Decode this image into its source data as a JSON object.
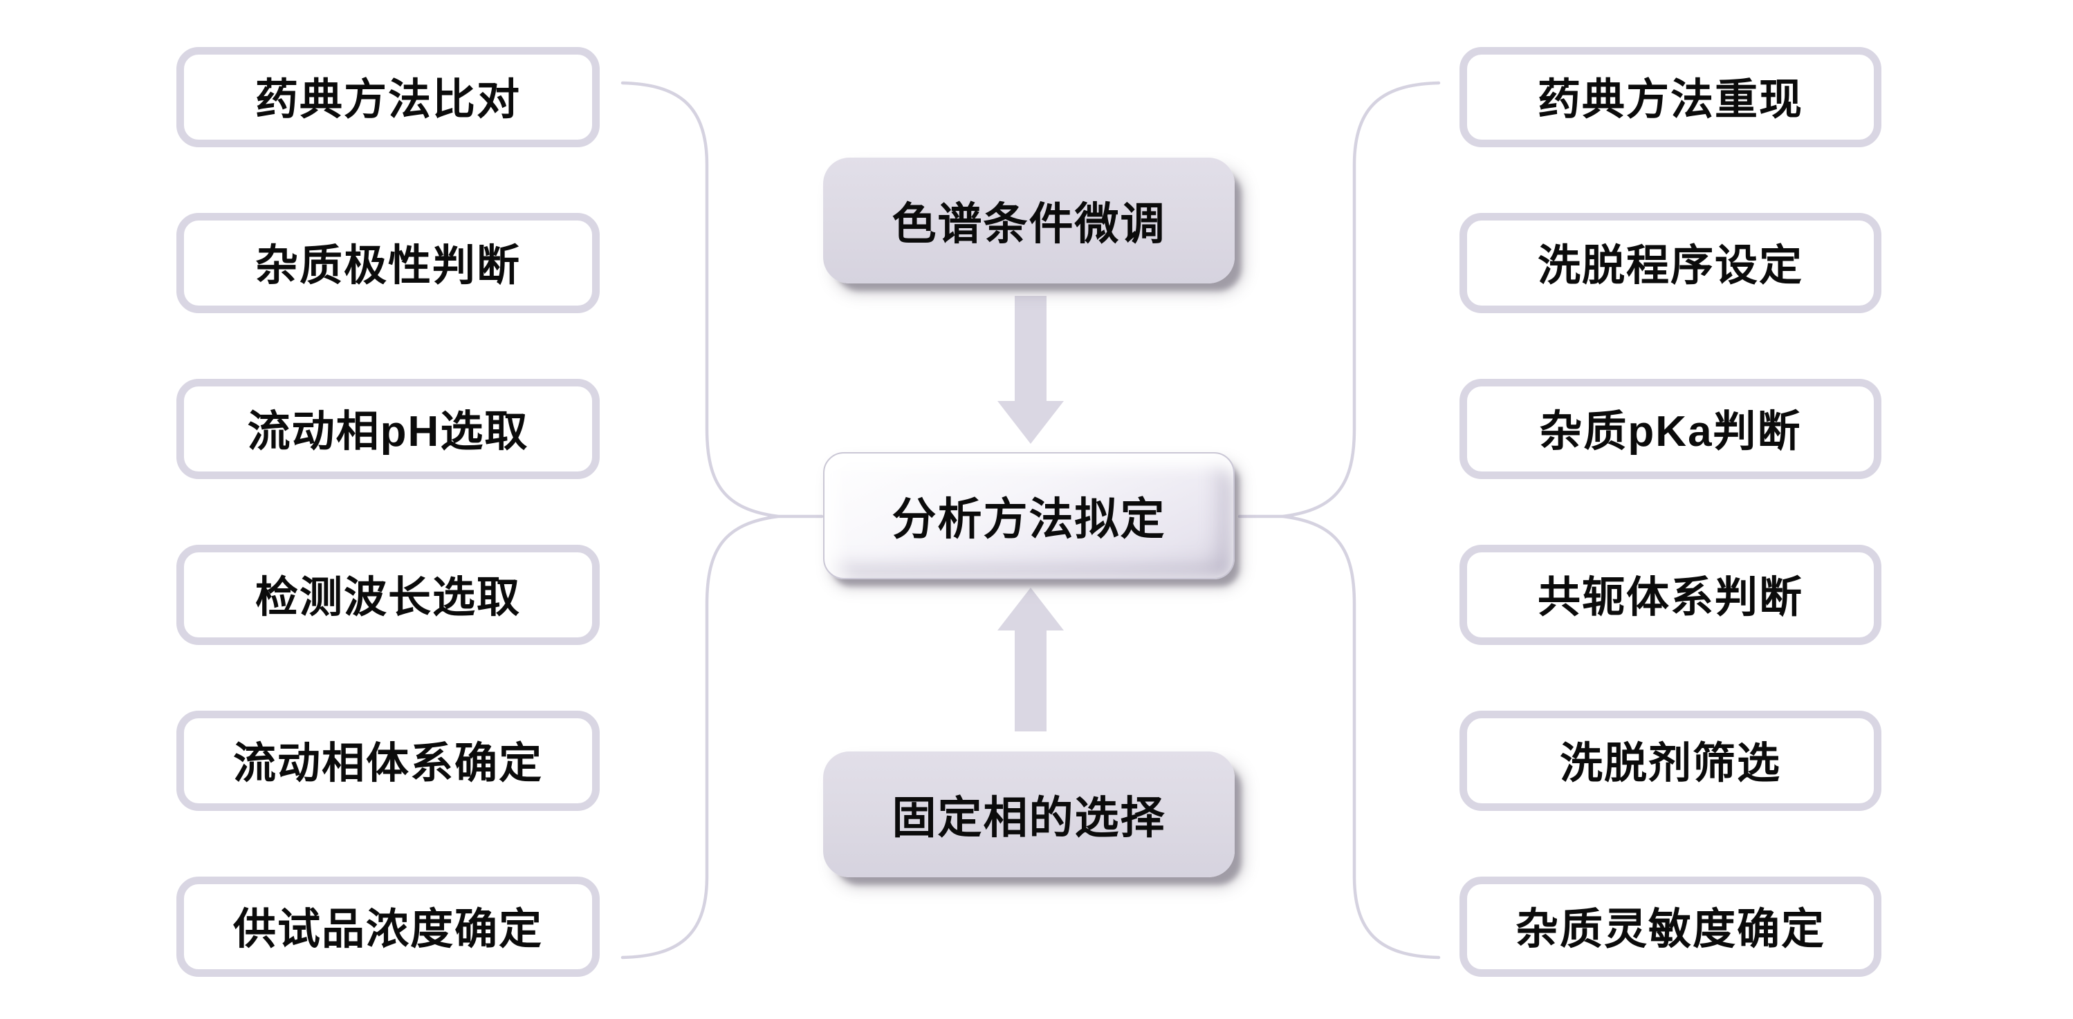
{
  "diagram": {
    "left_column": {
      "items": [
        {
          "label": "药典方法比对"
        },
        {
          "label": "杂质极性判断"
        },
        {
          "label": "流动相pH选取"
        },
        {
          "label": "检测波长选取"
        },
        {
          "label": "流动相体系确定"
        },
        {
          "label": "供试品浓度确定"
        }
      ]
    },
    "center_column": {
      "top_box": {
        "label": "色谱条件微调"
      },
      "middle_box": {
        "label": "分析方法拟定"
      },
      "bottom_box": {
        "label": "固定相的选择"
      }
    },
    "right_column": {
      "items": [
        {
          "label": "药典方法重现"
        },
        {
          "label": "洗脱程序设定"
        },
        {
          "label": "杂质pKa判断"
        },
        {
          "label": "共轭体系判断"
        },
        {
          "label": "洗脱剂筛选"
        },
        {
          "label": "杂质灵敏度确定"
        }
      ]
    },
    "colors": {
      "side_box_border": "#d9d6e3",
      "side_box_fill": "#ffffff",
      "center_box_fill": "#dcd9e3",
      "center_middle_box_fill": "#f7f6fa",
      "arrow_fill": "#dad7e3",
      "brace_stroke": "#d5d2e0",
      "text": "#0b0b0b",
      "background": "#ffffff"
    }
  }
}
